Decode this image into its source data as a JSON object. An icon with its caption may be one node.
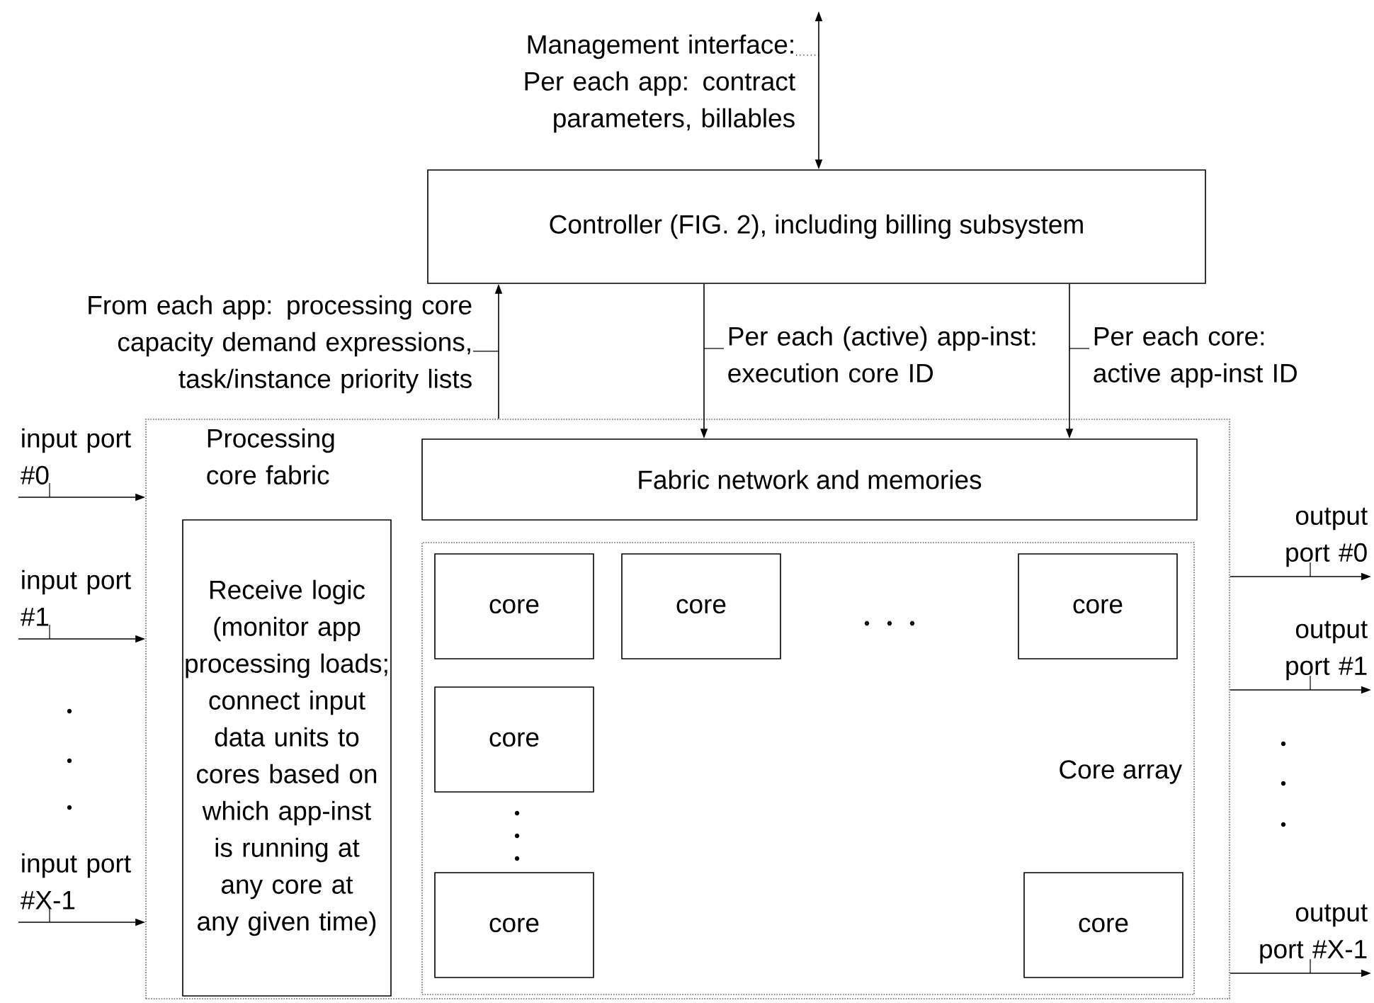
{
  "diagram": {
    "nodes": [
      {
        "text": [
          "Controller (FIG. 2), including billing subsystem"
        ]
      },
      {
        "text": [
          "Processing core fabric"
        ]
      },
      {
        "text": [
          "Receive logic (monitor app processing loads; connect input data units to cores based on which app-inst is running at any core at any given time)"
        ],
        "in": 1
      },
      {
        "text": [
          "Fabric network and memories"
        ],
        "in": 1
      },
      {
        "text": [
          "Core array"
        ],
        "in": 1
      },
      {
        "text": [
          "core"
        ],
        "in": 4
      },
      {
        "text": [
          "core"
        ],
        "in": 4
      },
      {
        "text": [
          "core"
        ],
        "in": 4
      },
      {
        "text": [
          "core"
        ],
        "in": 4
      },
      {
        "text": [
          "core"
        ],
        "in": 4
      },
      {
        "text": [
          "core"
        ],
        "in": 4
      }
    ],
    "edges": [
      {
        "from": 0,
        "to": null,
        "arrow": "both",
        "label": "Management interface: Per each app: contract parameters, billables"
      },
      {
        "from": 1,
        "to": 0,
        "arrow": "to",
        "label": "From each app: processing core capacity demand expressions, task/instance priority lists"
      },
      {
        "from": 0,
        "to": 3,
        "arrow": "to",
        "label": "Per each (active) app-inst: execution core ID"
      },
      {
        "from": 0,
        "to": 3,
        "arrow": "to",
        "label": "Per each core: active app-inst ID"
      },
      {
        "from": null,
        "to": 1,
        "arrow": "to",
        "label": "input port #0"
      },
      {
        "from": null,
        "to": 1,
        "arrow": "to",
        "label": "input port #1"
      },
      {
        "from": null,
        "to": 1,
        "arrow": "to",
        "label": "input port #X-1"
      },
      {
        "from": 1,
        "to": null,
        "arrow": "to",
        "label": "output port #0"
      },
      {
        "from": 1,
        "to": null,
        "arrow": "to",
        "label": "output port #1"
      },
      {
        "from": 1,
        "to": null,
        "arrow": "to",
        "label": "output port #X-1"
      }
    ]
  }
}
